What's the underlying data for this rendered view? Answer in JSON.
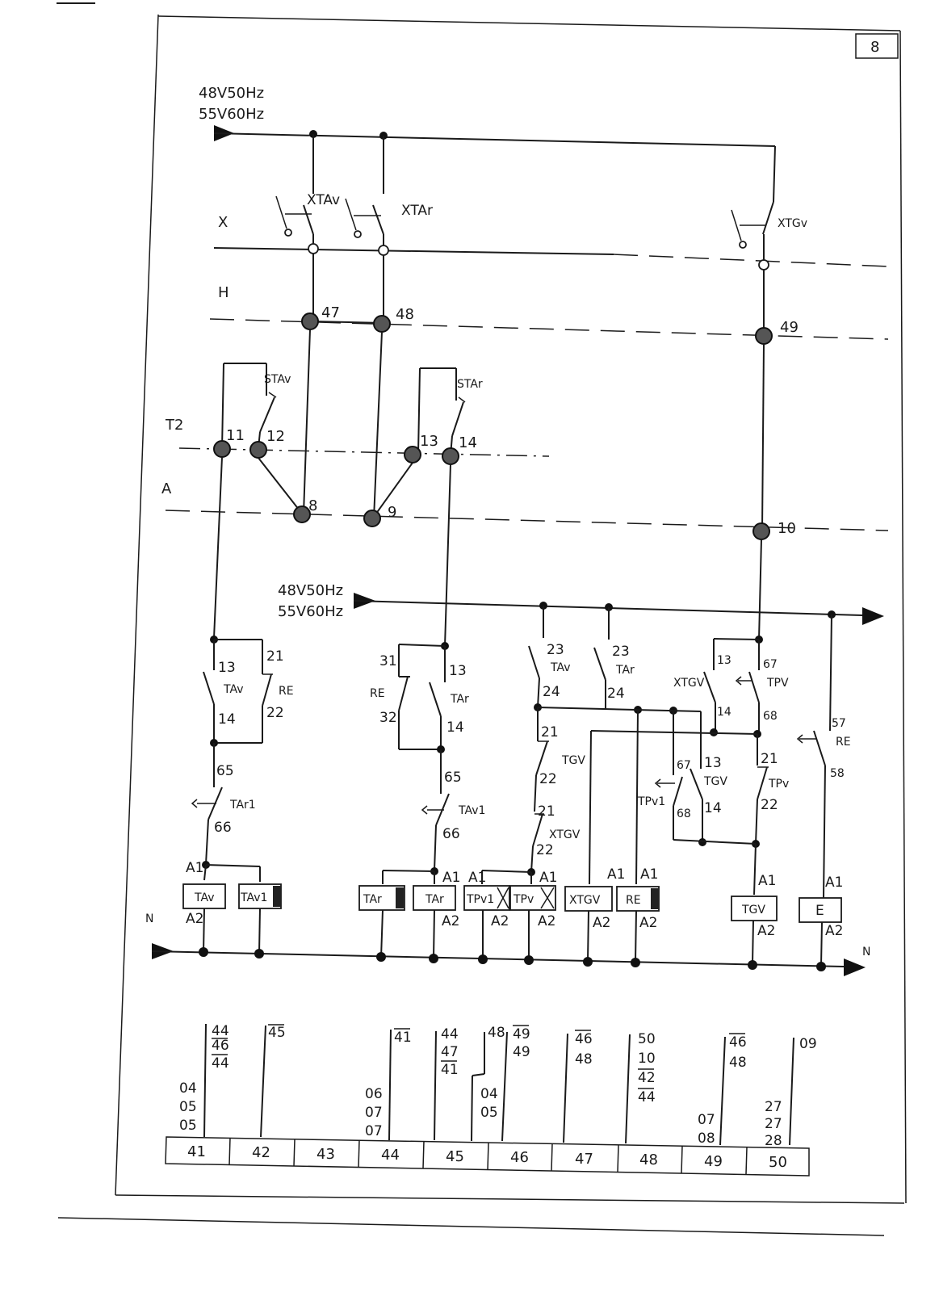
{
  "page_number": "8",
  "supply": {
    "top_line1": "48V50Hz",
    "top_line2": "55V60Hz",
    "mid_line1": "48V50Hz",
    "mid_line2": "55V60Hz",
    "neutral_left": "N",
    "neutral_right": "N"
  },
  "rails": {
    "x": "X",
    "h": "H",
    "t2": "T2",
    "a": "A"
  },
  "switches": {
    "xtav": "XTAv",
    "xtar": "XTAr",
    "xtgv": "XTGv",
    "stav": "STAv",
    "star": "STAr"
  },
  "terminals": {
    "t47": "47",
    "t48": "48",
    "t49": "49",
    "t11": "11",
    "t12": "12",
    "t13": "13",
    "t14": "14",
    "t8": "8",
    "t9": "9",
    "t10": "10"
  },
  "contacts": {
    "tav_c": {
      "name": "TAv",
      "top": "13",
      "bottom": "14"
    },
    "re_c1": {
      "name": "RE",
      "top": "21",
      "bottom": "22"
    },
    "tar1_c": {
      "name": "TAr1",
      "top": "65",
      "bottom": "66"
    },
    "re_c2": {
      "name": "RE",
      "top": "31",
      "bottom": "32"
    },
    "tar_c": {
      "name": "TAr",
      "top": "13",
      "bottom": "14"
    },
    "tav1_c": {
      "name": "TAv1",
      "top": "65",
      "bottom": "66"
    },
    "tav_c2": {
      "name": "TAv",
      "top": "23",
      "bottom": "24"
    },
    "tar_c2": {
      "name": "TAr",
      "top": "23",
      "bottom": "24"
    },
    "tgv_c1": {
      "name": "TGV",
      "top": "21",
      "bottom": "22"
    },
    "xtgv_c1": {
      "name": "XTGV",
      "top": "21",
      "bottom": "22"
    },
    "xtgv_c2": {
      "name": "XTGV",
      "top": "13",
      "bottom": "14"
    },
    "tpv_c1": {
      "name": "TPV",
      "top": "67",
      "bottom": "68"
    },
    "tgv_c2": {
      "name": "TGV",
      "top": "13",
      "bottom": "14"
    },
    "tpv1_c": {
      "name": "TPv1",
      "top": "67",
      "bottom": "68"
    },
    "tpv_c2": {
      "name": "TPv",
      "top": "21",
      "bottom": "22"
    },
    "re_c3": {
      "name": "RE",
      "top": "57",
      "bottom": "58"
    }
  },
  "coils": [
    {
      "name": "TAv",
      "a1": "A1",
      "a2": "A2"
    },
    {
      "name": "TAv1",
      "a1": "",
      "a2": ""
    },
    {
      "name": "TAr",
      "a1": "",
      "a2": ""
    },
    {
      "name": "TAr",
      "a1": "A1",
      "a2": "A2"
    },
    {
      "name": "TPv1",
      "a1": "A1",
      "a2": "A2"
    },
    {
      "name": "TPv",
      "a1": "A1",
      "a2": "A2"
    },
    {
      "name": "XTGV",
      "a1": "A1",
      "a2": "A2"
    },
    {
      "name": "RE",
      "a1": "A1",
      "a2": "A2"
    },
    {
      "name": "TGV",
      "a1": "A1",
      "a2": "A2"
    },
    {
      "name": "E",
      "a1": "A1",
      "a2": "A2"
    }
  ],
  "columns": [
    "41",
    "42",
    "43",
    "44",
    "45",
    "46",
    "47",
    "48",
    "49",
    "50"
  ],
  "references": {
    "c41_left": [
      "04",
      "05",
      "05"
    ],
    "c41_right": [
      "44",
      "46",
      "44"
    ],
    "c42_right": [
      "45"
    ],
    "c44_left": [
      "06",
      "07",
      "07"
    ],
    "c44_right": [
      "41"
    ],
    "c45_right": [
      "44",
      "47",
      "41"
    ],
    "c46_left": [
      "04",
      "05"
    ],
    "c46_top": "48",
    "c46_right": [
      "49",
      "49"
    ],
    "c47_right": [
      "46",
      "48"
    ],
    "c48_right": [
      "50",
      "10",
      "42",
      "44"
    ],
    "c49_left": [
      "07",
      "08"
    ],
    "c49_right": [
      "46",
      "48"
    ],
    "c50_left": [
      "27",
      "27",
      "28"
    ],
    "c50_right": [
      "09"
    ]
  }
}
